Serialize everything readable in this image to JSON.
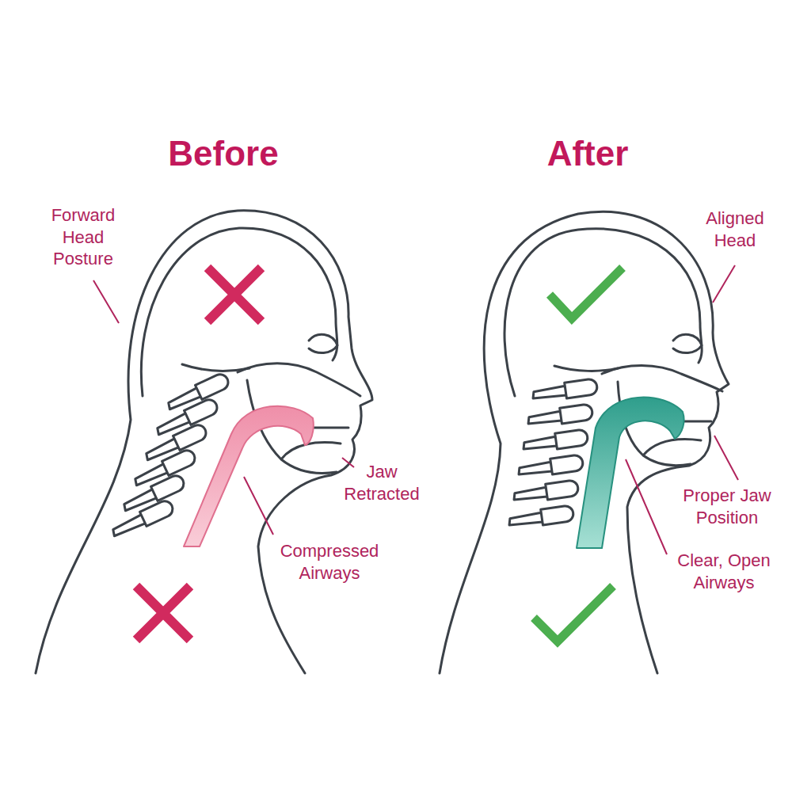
{
  "diagram": {
    "labels": [
      "Before",
      "After",
      "Forward Head Posture",
      "Aligned Head",
      "Jaw Retracted",
      "Proper Jaw Position",
      "Compressed Airways",
      "Clear, Open Airways"
    ]
  }
}
